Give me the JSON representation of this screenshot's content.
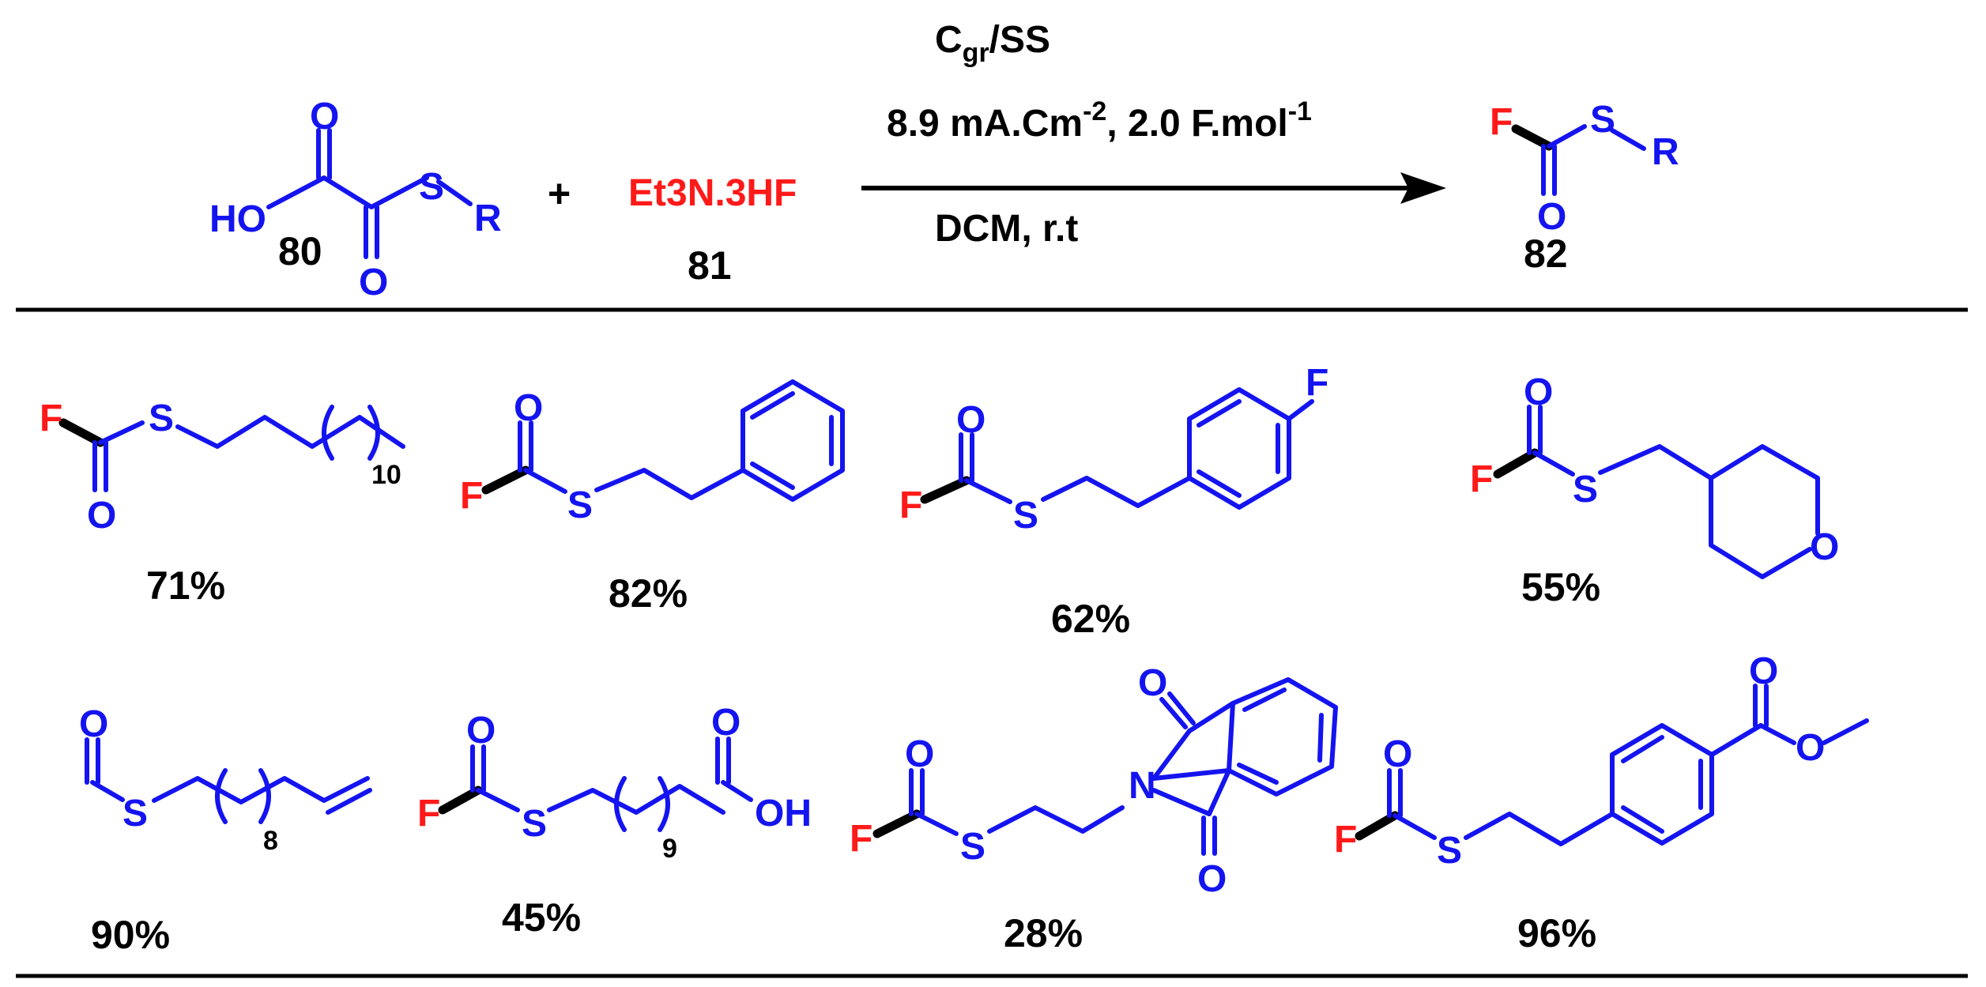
{
  "reaction": {
    "reactant_1": {
      "label": "80",
      "atoms": {
        "ho": "HO",
        "o1": "O",
        "o2": "O",
        "s": "S",
        "r": "R"
      }
    },
    "plus": "+",
    "reagent": {
      "name": "Et3N.3HF",
      "label": "81"
    },
    "product": {
      "label": "82",
      "atoms": {
        "f": "F",
        "s": "S",
        "r": "R",
        "o": "O"
      }
    },
    "conditions": {
      "electrodes": {
        "main": "C",
        "sub": "gr",
        "rest": "/SS"
      },
      "current": {
        "a": "8.9 mA.Cm",
        "exp1": "-2",
        "b": ", 2.0 F.mol",
        "exp2": "-1"
      },
      "solvent": "DCM, r.t"
    }
  },
  "scope": [
    {
      "yield": "71%",
      "repeat": "10"
    },
    {
      "yield": "82%"
    },
    {
      "yield": "62%"
    },
    {
      "yield": "55%"
    },
    {
      "yield": "90%",
      "repeat": "8"
    },
    {
      "yield": "45%",
      "repeat": "9"
    },
    {
      "yield": "28%"
    },
    {
      "yield": "96%"
    }
  ],
  "atom_symbols": {
    "F": "F",
    "S": "S",
    "O": "O",
    "N": "N",
    "OH": "OH"
  },
  "colors": {
    "heteroatom": "#1414f0",
    "fluorine": "#ff1a1a",
    "text": "#000000"
  }
}
